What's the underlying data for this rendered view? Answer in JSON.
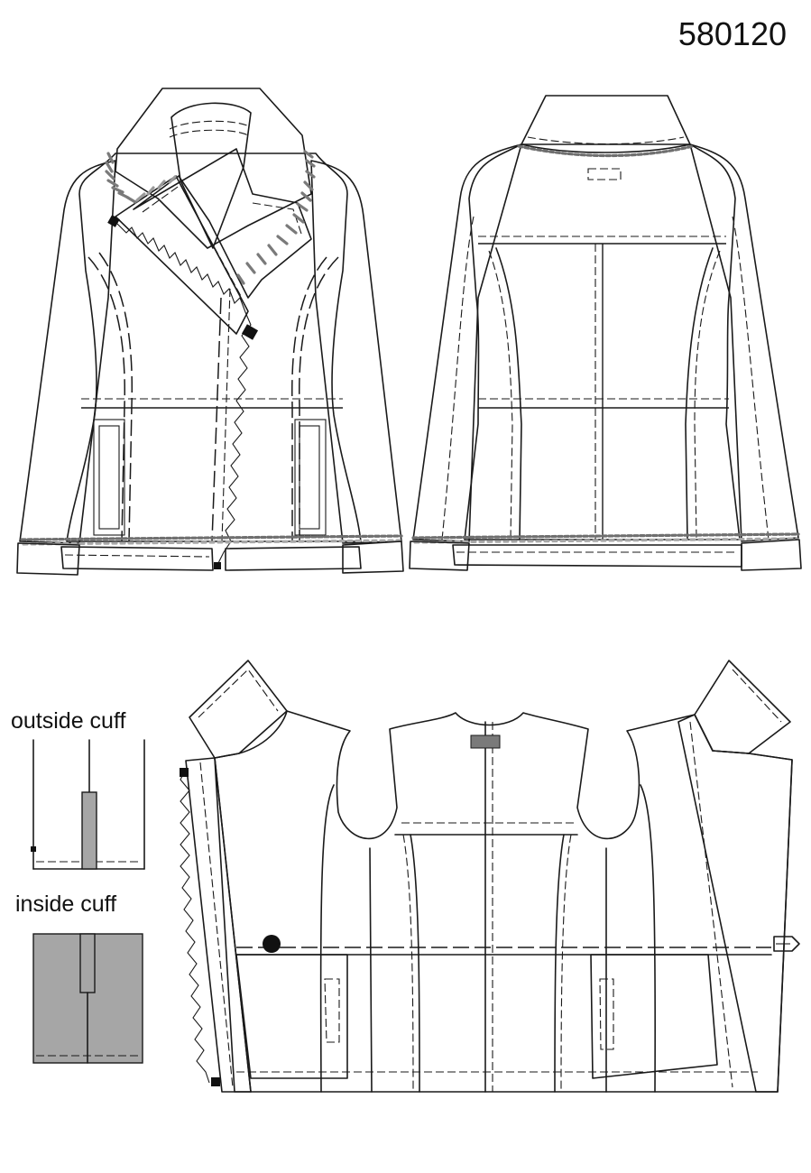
{
  "document": {
    "model_number": "580120"
  },
  "inset": {
    "outside_cuff_label": "outside cuff",
    "inside_cuff_label": "inside cuff"
  },
  "colors": {
    "lining_gray": "#c8c8c8",
    "cuff_gray": "#a6a6a6",
    "facing_light": "#ececec",
    "fur_dark": "#6f6f6f",
    "fur_light": "#a8a8a8",
    "outline": "#1a1a1a",
    "paper": "#ffffff"
  }
}
